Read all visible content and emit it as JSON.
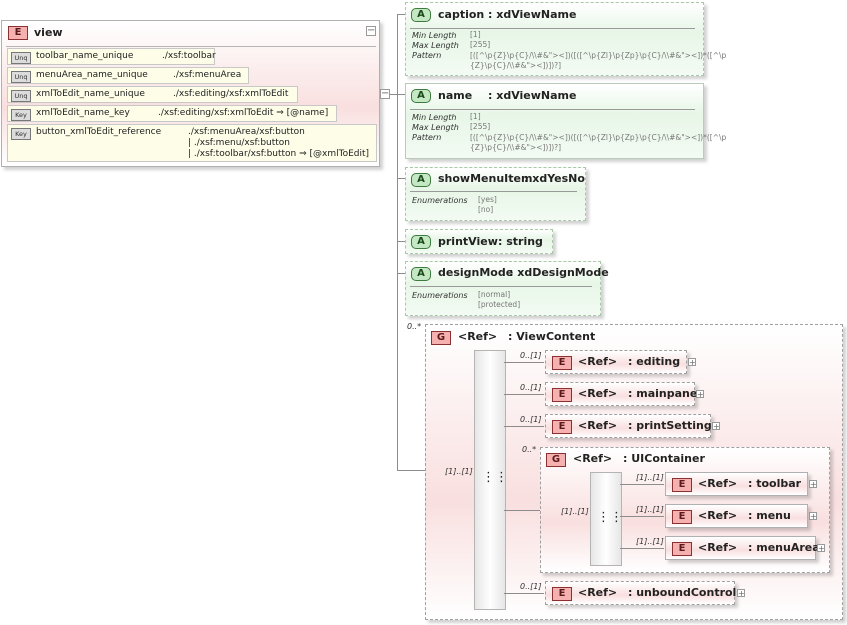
{
  "root": {
    "badge": "E",
    "name": "view",
    "constraints": [
      {
        "kind": "Unq",
        "name": "toolbar_name_unique",
        "xpath": "./xsf:toolbar"
      },
      {
        "kind": "Unq",
        "name": "menuArea_name_unique",
        "xpath": "./xsf:menuArea"
      },
      {
        "kind": "Unq",
        "name": "xmlToEdit_name_unique",
        "xpath": "./xsf:editing/xsf:xmlToEdit"
      },
      {
        "kind": "Key",
        "name": "xmlToEdit_name_key",
        "xpath": "./xsf:editing/xsf:xmlToEdit ⇒ [@name]"
      },
      {
        "kind": "Key",
        "name": "button_xmlToEdit_reference",
        "xpath": "./xsf:menuArea/xsf:button\n| ./xsf:menu/xsf:button\n| ./xsf:toolbar/xsf:button ⇒ [@xmlToEdit]"
      }
    ]
  },
  "attributes": [
    {
      "badge": "A",
      "name": "caption",
      "type": ": xdViewName",
      "facets": [
        {
          "key": "Min Length",
          "value": "[1]"
        },
        {
          "key": "Max Length",
          "value": "[255]"
        },
        {
          "key": "Pattern",
          "value": "[([^\\p{Z}\\p{C}/\\\\#&\"><])([([^\\p{Zl}\\p{Zp}\\p{C}/\\\\#&\"><])*([^\\p\n{Z}\\p{C}/\\\\#&\"><])])?]"
        }
      ]
    },
    {
      "badge": "A",
      "name": "name",
      "type": ": xdViewName",
      "facets": [
        {
          "key": "Min Length",
          "value": "[1]"
        },
        {
          "key": "Max Length",
          "value": "[255]"
        },
        {
          "key": "Pattern",
          "value": "[([^\\p{Z}\\p{C}/\\\\#&\"><])([([^\\p{Zl}\\p{Zp}\\p{C}/\\\\#&\"><])*([^\\p\n{Z}\\p{C}/\\\\#&\"><])])?]"
        }
      ]
    },
    {
      "badge": "A",
      "name": "showMenuItem",
      "type": ": xdYesNo",
      "facets": [
        {
          "key": "Enumerations",
          "value": "[yes]\n[no]"
        }
      ]
    },
    {
      "badge": "A",
      "name": "printView",
      "type": ": string",
      "facets": []
    },
    {
      "badge": "A",
      "name": "designMode",
      "type": ": xdDesignMode",
      "facets": [
        {
          "key": "Enumerations",
          "value": "[normal]\n[protected]"
        }
      ]
    }
  ],
  "group": {
    "badge": "G",
    "ref": "<Ref>",
    "name": ": ViewContent",
    "multiplicity": "0..*",
    "sequence_mult": "[1]..[1]",
    "children": [
      {
        "mult": "0..[1]",
        "badge": "E",
        "ref": "<Ref>",
        "name": ": editing"
      },
      {
        "mult": "0..[1]",
        "badge": "E",
        "ref": "<Ref>",
        "name": ": mainpane"
      },
      {
        "mult": "0..[1]",
        "badge": "E",
        "ref": "<Ref>",
        "name": ": printSettings"
      }
    ],
    "inner_group": {
      "mult": "0..*",
      "badge": "G",
      "ref": "<Ref>",
      "name": ": UIContainer",
      "sequence_mult": "[1]..[1]",
      "children": [
        {
          "mult": "[1]..[1]",
          "badge": "E",
          "ref": "<Ref>",
          "name": ": toolbar"
        },
        {
          "mult": "[1]..[1]",
          "badge": "E",
          "ref": "<Ref>",
          "name": ": menu"
        },
        {
          "mult": "[1]..[1]",
          "badge": "E",
          "ref": "<Ref>",
          "name": ": menuArea"
        }
      ]
    },
    "last_child": {
      "mult": "0..[1]",
      "badge": "E",
      "ref": "<Ref>",
      "name": ": unboundControls"
    }
  },
  "icons": {
    "expand": "plus-icon",
    "collapse": "minus-icon",
    "sequence": "sequence-compositor-icon"
  },
  "colors": {
    "element_fill": "#f9dfdf",
    "attribute_fill": "#e7f6e7",
    "constraint_fill": "#fdfde8"
  }
}
